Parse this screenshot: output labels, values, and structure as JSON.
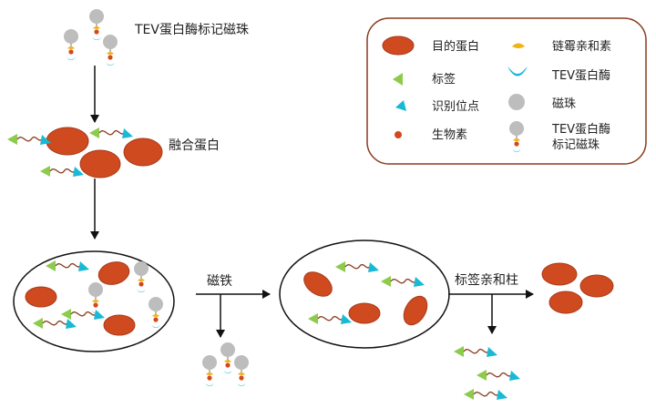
{
  "colors": {
    "protein": "#cf4a1f",
    "protein_stroke": "#a8391a",
    "tag": "#8ccb4b",
    "site": "#19b9d6",
    "biotin": "#d4481f",
    "bead": "#bdbdbd",
    "linker": "#8a3b1e",
    "legend_border": "#8a3a1e",
    "streptavidin": "#f0b418",
    "tev": "#19b9d6"
  },
  "labels": {
    "tev_bead_top": "TEV蛋白酶标记磁珠",
    "fusion_protein": "融合蛋白",
    "magnet": "磁铁",
    "tag_affinity_column": "标签亲和柱"
  },
  "legend": {
    "target_protein": "目的蛋白",
    "tag": "标签",
    "recognition_site": "识别位点",
    "biotin": "生物素",
    "streptavidin": "链霉亲和素",
    "tev_protease": "TEV蛋白酶",
    "magnetic_bead": "磁珠",
    "tev_bead_line1": "TEV蛋白酶",
    "tev_bead_line2": "标记磁珠"
  }
}
